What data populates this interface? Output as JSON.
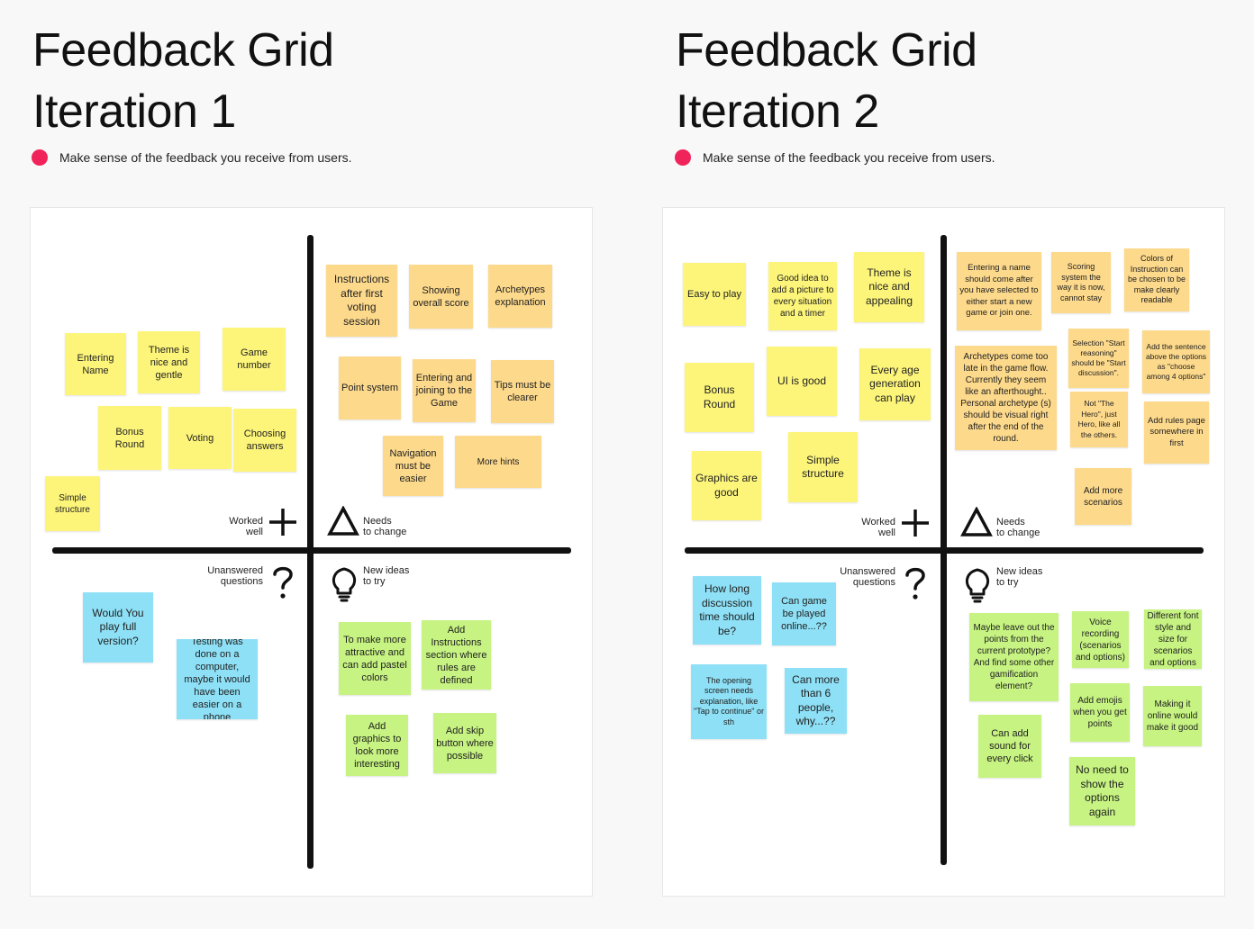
{
  "iterations": [
    {
      "title_line1": "Feedback Grid",
      "title_line2": "Iteration 1",
      "subtitle": "Make sense of the feedback you receive from users.",
      "labels": {
        "worked": "Worked\nwell",
        "change": "Needs\nto change",
        "questions": "Unanswered\nquestions",
        "ideas": "New ideas\nto try"
      },
      "notes": {
        "entering_name": "Entering Name",
        "theme_gentle": "Theme is nice and gentle",
        "game_number": "Game number",
        "bonus_round": "Bonus Round",
        "voting": "Voting",
        "choosing_answers": "Choosing answers",
        "simple_structure": "Simple structure",
        "instructions_after": "Instructions after first voting session",
        "showing_score": "Showing overall score",
        "archetypes_explanation": "Archetypes explanation",
        "point_system": "Point system",
        "entering_joining": "Entering and joining to the Game",
        "tips_clearer": "Tips must be clearer",
        "navigation_easier": "Navigation must be easier",
        "more_hints": "More hints",
        "would_you_play": "Would You play full version?",
        "testing_computer": "Testing was done on a computer, maybe it would have been easier on a phone",
        "pastel_colors": "To make more attractive and can add pastel colors",
        "add_instructions": "Add Instructions section where rules are defined",
        "add_graphics": "Add graphics to look more interesting",
        "add_skip": "Add skip button where possible"
      }
    },
    {
      "title_line1": "Feedback Grid",
      "title_line2": "Iteration 2",
      "subtitle": "Make sense of the feedback you receive from users.",
      "labels": {
        "worked": "Worked\nwell",
        "change": "Needs\nto change",
        "questions": "Unanswered\nquestions",
        "ideas": "New ideas\nto try"
      },
      "notes": {
        "easy_to_play": "Easy to play",
        "good_idea_picture": "Good idea to add a picture to every situation and a timer",
        "theme_appealing": "Theme is nice and appealing",
        "bonus_round": "Bonus Round",
        "ui_good": "UI is good",
        "every_age": "Every age generation can play",
        "graphics_good": "Graphics are good",
        "simple_structure": "Simple structure",
        "entering_name_after": "Entering a name should come after you have selected to either start a new game or join one.",
        "scoring_system": "Scoring system the way it is now, cannot stay",
        "colors_instruction": "Colors of Instruction can be chosen to be make clearly readable",
        "archetypes_late": "Archetypes come too late in the game flow. Currently they seem like an afterthought.. Personal archetype (s) should be visual right after the end of the round.",
        "selection_start": "Selection \"Start reasoning\" should be \"Start discussion\".",
        "add_sentence": "Add the sentence above the options as \"choose among 4 options\"",
        "not_the_hero": "Not \"The Hero\", just Hero, like all the others.",
        "add_rules_page": "Add rules page somewhere in first",
        "add_scenarios": "Add more scenarios",
        "how_long": "How long discussion time should be?",
        "played_online": "Can game be played online...??",
        "opening_screen": "The opening screen needs explanation, like \"Tap to continue\" or sth",
        "more_than_6": "Can more than 6 people, why...??",
        "leave_out_points": "Maybe leave out the points from the current prototype? And find some other gamification element?",
        "voice_recording": "Voice recording (scenarios and options)",
        "different_font": "Different font style and size for scenarios and options",
        "add_emojis": "Add emojis when you get points",
        "online_good": "Making it online would make it good",
        "add_sound": "Can add sound for every click",
        "no_need_options": "No need to show the options again"
      }
    }
  ]
}
